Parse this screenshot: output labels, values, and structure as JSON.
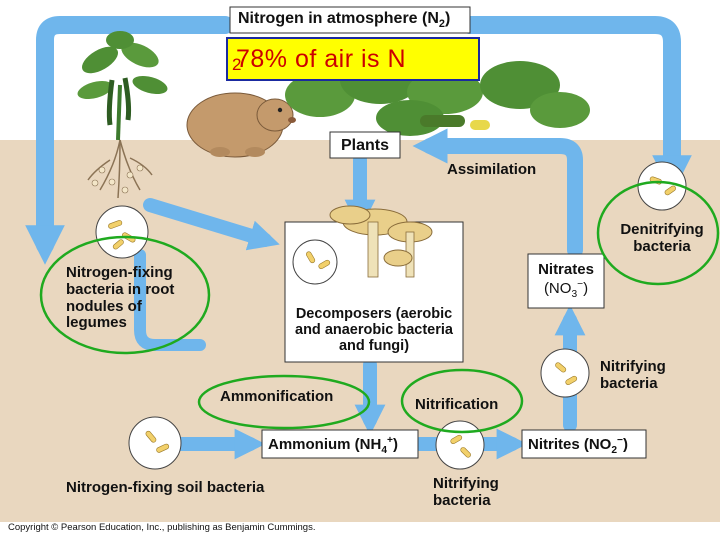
{
  "diagram": {
    "atmosphere_label": "Nitrogen in atmosphere (N",
    "atmosphere_sub": "2",
    "atmosphere_close": ")",
    "overlay_text": "78% of air is N",
    "overlay_sub": "2",
    "plants_label": "Plants",
    "assimilation_label": "Assimilation",
    "denitrifying_label": "Denitrifying bacteria",
    "nitrogen_fixing_root_label": "Nitrogen-fixing bacteria in root nodules of legumes",
    "decomposers_label": "Decomposers (aerobic and anaerobic bacteria and fungi)",
    "nitrates_label": "Nitrates",
    "nitrates_formula_open": "(NO",
    "nitrates_formula_sub": "3",
    "nitrates_formula_sup": "−",
    "nitrates_formula_close": ")",
    "nitrifying_top_label": "Nitrifying bacteria",
    "ammonification_label": "Ammonification",
    "nitrification_label": "Nitrification",
    "ammonium_label": "Ammonium (NH",
    "ammonium_sub": "4",
    "ammonium_sup": "+",
    "ammonium_close": ")",
    "nitrites_label": "Nitrites (NO",
    "nitrites_sub": "2",
    "nitrites_sup": "−",
    "nitrites_close": ")",
    "soil_bacteria_label": "Nitrogen-fixing soil bacteria",
    "nitrifying_bottom_label": "Nitrifying bacteria",
    "copyright": "Copyright © Pearson Education, Inc., publishing as Benjamin Cummings."
  },
  "colors": {
    "sky": "#ffffff",
    "soil": "#e9d7bf",
    "arrow": "#6fb6ec",
    "highlight_ellipse": "#1faa1f",
    "overlay_bg": "#ffff00",
    "overlay_text": "#cc0000",
    "overlay_border": "#1a2aa0"
  }
}
